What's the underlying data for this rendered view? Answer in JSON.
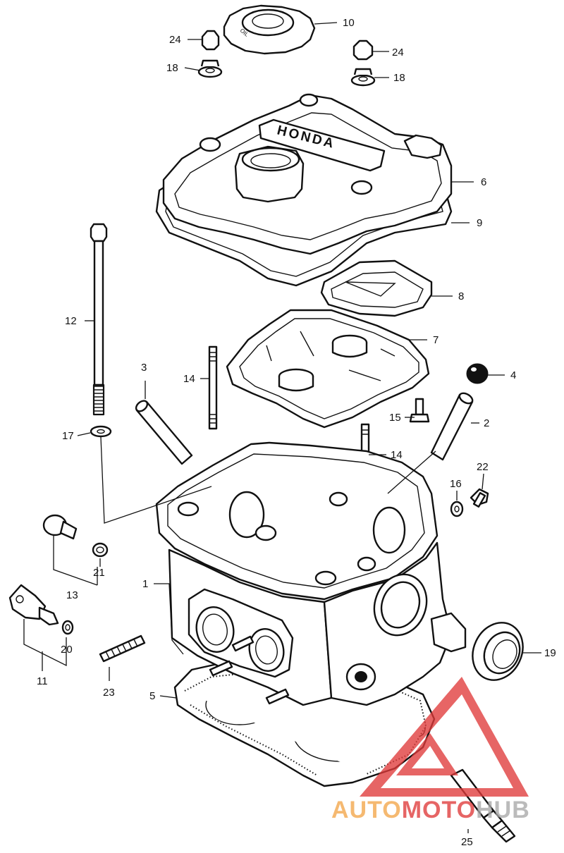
{
  "diagram": {
    "brand_stamp": "HONDA",
    "oil_mark": "OIL",
    "callouts": [
      "1",
      "2",
      "3",
      "4",
      "5",
      "6",
      "7",
      "8",
      "9",
      "10",
      "11",
      "12",
      "13",
      "14",
      "14",
      "15",
      "16",
      "17",
      "18",
      "18",
      "19",
      "20",
      "21",
      "22",
      "23",
      "24",
      "24",
      "25"
    ]
  },
  "watermark": {
    "part1": "AUTO",
    "part2": "MOTO",
    "part3": "HUB",
    "colors": {
      "orange": "#f3a64a",
      "red": "#e03a3a",
      "gray": "#a8a8a8"
    }
  }
}
